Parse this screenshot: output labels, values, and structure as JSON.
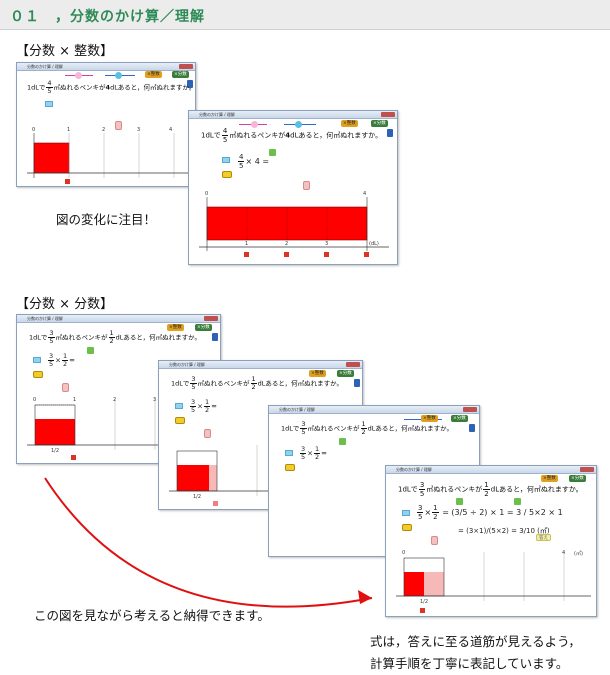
{
  "header": {
    "title": "０１　，分数のかけ算／理解"
  },
  "sections": [
    {
      "heading": "【分数 × 整数】"
    },
    {
      "heading": "【分数 × 分数】"
    }
  ],
  "captions": {
    "change": "図の変化に注目！",
    "convince": "この図を見ながら考えると納得できます。",
    "formula_line1": "式は，答えに至る道筋が見えるよう，",
    "formula_line2": "計算手順を丁寧に表記しています。"
  },
  "app": {
    "window_title": "分数のかけ算 / 理解",
    "btn_integer": "×整数",
    "btn_fraction": "×分数",
    "problem_int": {
      "a": "1",
      "unit": "dLで",
      "num": "4",
      "den": "5",
      "mid": "㎡ぬれるペンキが",
      "b": "4",
      "tail": "dLあると，何㎡ぬれますか。",
      "expr": "× 4 ="
    },
    "problem_frac": {
      "a": "1",
      "unit": "dLで",
      "num": "3",
      "den": "5",
      "mid": "㎡ぬれるペンキが",
      "bnum": "1",
      "bden": "2",
      "tail": "dLあると，何㎡ぬれますか。",
      "expr_times": "×",
      "expr_eq": "=",
      "step1": "= (3/5 ÷ 2) × 1 =",
      "step1_frac": "3 / 5×2",
      "step1_tail": "× 1",
      "step2": "= (3×1)/(5×2) = 3/10 (㎡)",
      "answer_btn": "答え"
    },
    "axis": {
      "ticks_int": [
        "0",
        "1",
        "2",
        "3",
        "4"
      ],
      "ticks_frac": [
        "0",
        "1",
        "2",
        "3",
        "4"
      ],
      "unit": "(dL)",
      "area_unit": "(㎡)",
      "half": "1/2"
    }
  },
  "colors": {
    "red": "#ff0000",
    "green": "#2e8b57"
  }
}
